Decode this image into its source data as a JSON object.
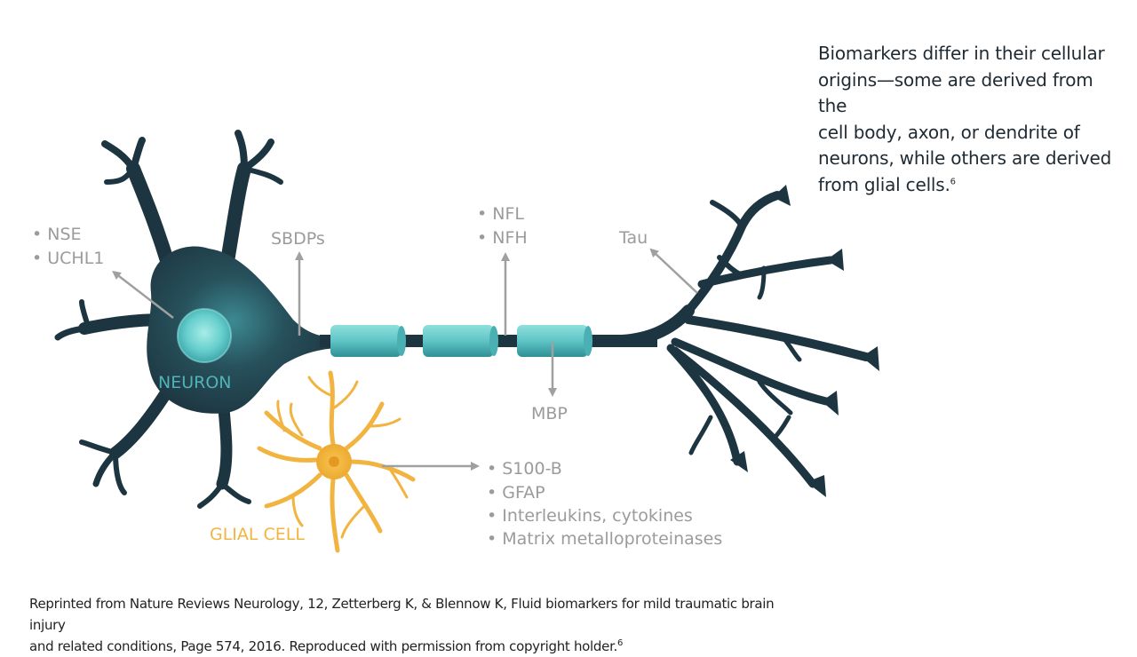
{
  "description": {
    "lines": [
      "Biomarkers differ in their cellular",
      "origins—some are derived from the",
      "cell body, axon, or dendrite of",
      "neurons, while others are derived",
      "from glial cells."
    ],
    "footnote": "6"
  },
  "labels": {
    "neuron": "NEURON",
    "glial_cell": "GLIAL CELL",
    "cell_body_markers": [
      "• NSE",
      "• UCHL1"
    ],
    "axon_initial": "SBDPs",
    "axon_markers": [
      "• NFL",
      "• NFH"
    ],
    "myelin": "MBP",
    "dendrite": "Tau",
    "glial_markers": [
      "• S100-B",
      "• GFAP",
      "• Interleukins, cytokines",
      "• Matrix metalloproteinases"
    ]
  },
  "credit": {
    "line1": "Reprinted from Nature Reviews Neurology, 12, Zetterberg K, & Blennow K, Fluid biomarkers for mild traumatic brain injury",
    "line2": "and related conditions, Page 574, 2016. Reproduced with permission from copyright holder.",
    "footnote": "6"
  },
  "colors": {
    "neuron_dark": "#1d3540",
    "neuron_teal": "#4fb3b8",
    "myelin": "#5fc4c6",
    "glial": "#f2b441",
    "label_gray": "#9b9b9b",
    "arrow_gray": "#a0a0a0"
  }
}
